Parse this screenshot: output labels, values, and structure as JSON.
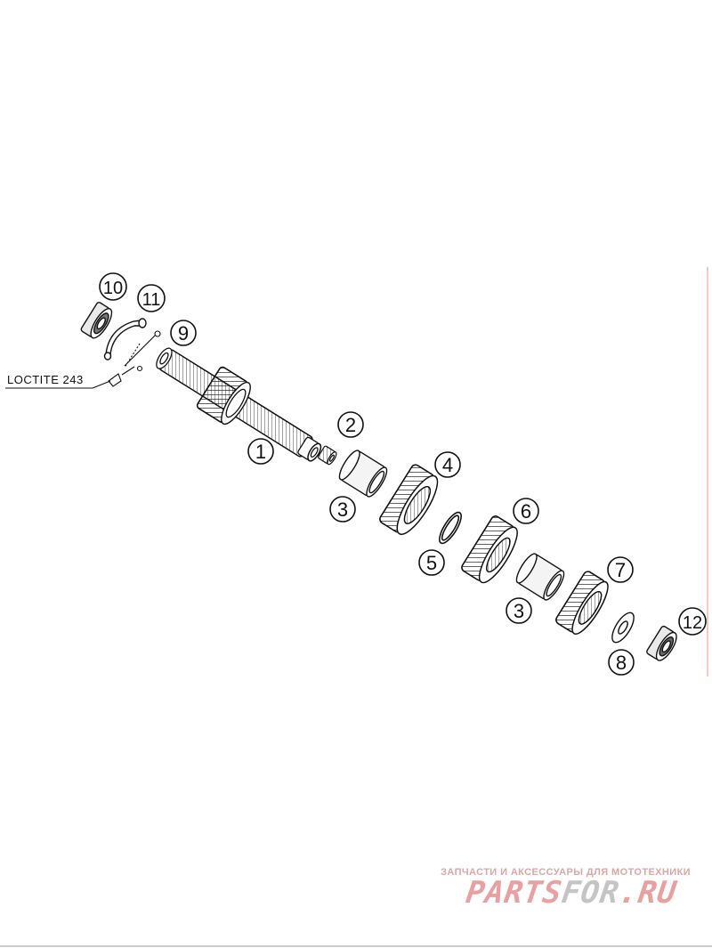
{
  "callouts": [
    {
      "id": "1",
      "label": "1"
    },
    {
      "id": "2",
      "label": "2"
    },
    {
      "id": "3a",
      "label": "3"
    },
    {
      "id": "4",
      "label": "4"
    },
    {
      "id": "5",
      "label": "5"
    },
    {
      "id": "6",
      "label": "6"
    },
    {
      "id": "3b",
      "label": "3"
    },
    {
      "id": "7",
      "label": "7"
    },
    {
      "id": "8",
      "label": "8"
    },
    {
      "id": "9",
      "label": "9"
    },
    {
      "id": "10",
      "label": "10"
    },
    {
      "id": "11",
      "label": "11"
    },
    {
      "id": "12",
      "label": "12"
    }
  ],
  "loctite_label": "LOCTITE 243",
  "watermark": {
    "tagline": "ЗАПЧАСТИ И АКСЕССУАРЫ ДЛЯ МОТОТЕХНИКИ",
    "logo_part1": "PARTS",
    "logo_part2": "FOR",
    "logo_part3": ".RU",
    "color_red": "#e8a0a0",
    "color_gray": "#c4c4c4"
  },
  "colors": {
    "line": "#111111",
    "border_accent": "#f2b6b6"
  }
}
